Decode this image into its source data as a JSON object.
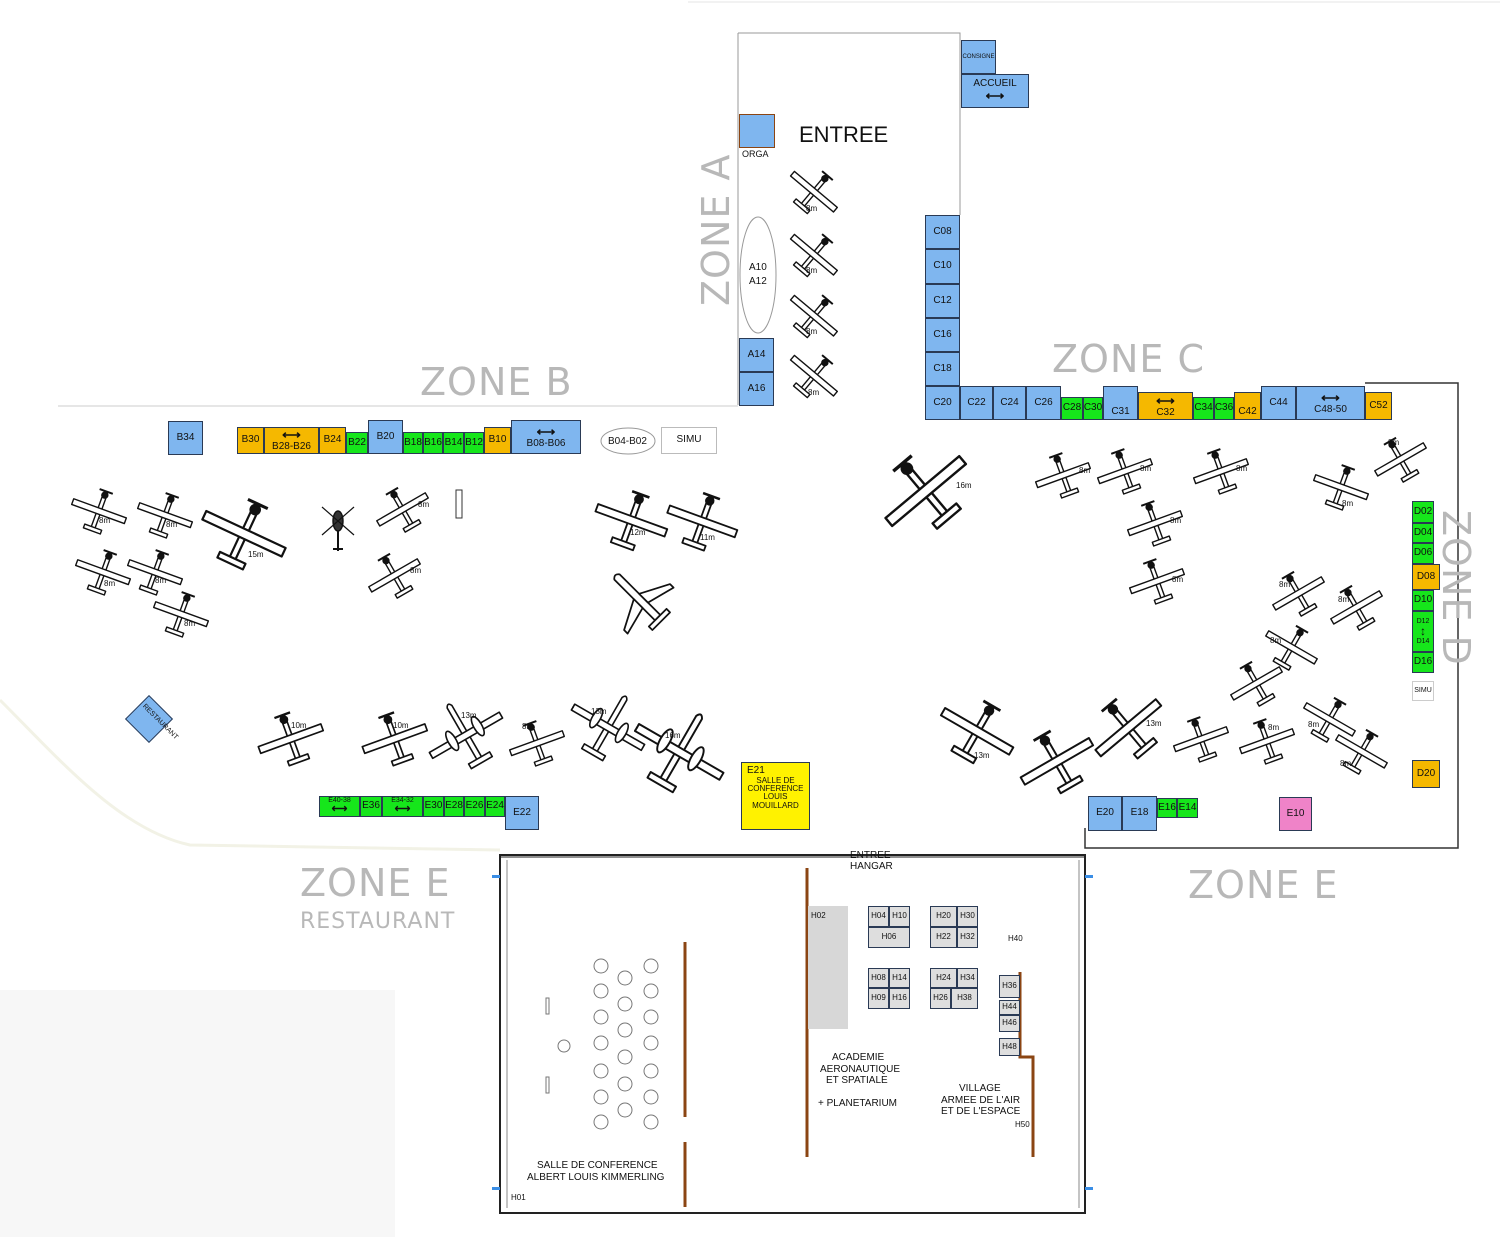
{
  "zones": {
    "a": "ZONE A",
    "b": "ZONE B",
    "c": "ZONE C",
    "d": "ZONE D",
    "e_left": "ZONE E",
    "e_right": "ZONE E",
    "restaurant": "RESTAURANT"
  },
  "labels": {
    "entree": "ENTREE",
    "orga": "ORGA",
    "consigne": "CONSIGNE",
    "accueil": "ACCUEIL",
    "a10": "A10",
    "a12": "A12",
    "a14": "A14",
    "a16": "A16",
    "b04_b02": "B04-B02",
    "simu": "SIMU",
    "simu_small": "SIMU",
    "restaurant_stand": "RESTAURANT",
    "entree_hangar_1": "ENTREE",
    "entree_hangar_2": "HANGAR",
    "academie_1": "ACADEMIE",
    "academie_2": "AERONAUTIQUE",
    "academie_3": "ET SPATIALE",
    "planetarium": "+ PLANETARIUM",
    "village_1": "VILLAGE",
    "village_2": "ARMEE DE L'AIR",
    "village_3": "ET DE L'ESPACE",
    "salle_kimmerling_1": "SALLE DE CONFERENCE",
    "salle_kimmerling_2": "ALBERT LOUIS KIMMERLING",
    "h01": "H01",
    "h02": "H02",
    "h40": "H40",
    "h50": "H50"
  },
  "stands": {
    "c08": "C08",
    "c10": "C10",
    "c12": "C12",
    "c16": "C16",
    "c18": "C18",
    "c20": "C20",
    "c22": "C22",
    "c24": "C24",
    "c26": "C26",
    "c28": "C28",
    "c30": "C30",
    "c31": "C31",
    "c32": "C32",
    "c34": "C34",
    "c36": "C36",
    "c42": "C42",
    "c44": "C44",
    "c48_50": "C48-50",
    "c52": "C52",
    "b34": "B34",
    "b30": "B30",
    "b28_b26": "B28-B26",
    "b24": "B24",
    "b22": "B22",
    "b20": "B20",
    "b18": "B18",
    "b16": "B16",
    "b14": "B14",
    "b12": "B12",
    "b10": "B10",
    "b08_b06": "B08-B06",
    "d02": "D02",
    "d04": "D04",
    "d06": "D06",
    "d08": "D08",
    "d10": "D10",
    "d12": "D12",
    "d14": "D14",
    "d16": "D16",
    "d20": "D20",
    "e40_38": "E40-38",
    "e36": "E36",
    "e34_32": "E34-32",
    "e30": "E30",
    "e28": "E28",
    "e26": "E26",
    "e24": "E24",
    "e22": "E22",
    "e21": "E21",
    "e21_desc_1": "SALLE DE",
    "e21_desc_2": "CONFERENCE",
    "e21_desc_3": "LOUIS",
    "e21_desc_4": "MOUILLARD",
    "e20": "E20",
    "e18": "E18",
    "e16": "E16",
    "e14": "E14",
    "e10": "E10",
    "h04": "H04",
    "h10": "H10",
    "h06": "H06",
    "h20": "H20",
    "h30": "H30",
    "h22": "H22",
    "h32": "H32",
    "h08": "H08",
    "h14": "H14",
    "h09": "H09",
    "h16": "H16",
    "h24": "H24",
    "h34": "H34",
    "h26": "H26",
    "h38": "H38",
    "h36": "H36",
    "h44": "H44",
    "h46": "H46",
    "h48": "H48"
  },
  "aircraft_sizes": {
    "a1": "8m",
    "a2": "8m",
    "a3": "8m",
    "a4": "8m",
    "b1": "8m",
    "b2": "8m",
    "b3": "8m",
    "b4": "8m",
    "b5": "8m",
    "b6": "15m",
    "b7": "8m",
    "b8": "8m",
    "b9": "12m",
    "b10": "11m",
    "c1": "16m",
    "c2": "8m",
    "c3": "8m",
    "c4": "8m",
    "c5": "8m",
    "c6": "8m",
    "c7": "8m",
    "c8": "8m",
    "d1": "8m",
    "d2": "8m",
    "d3": "8m",
    "e1": "10m",
    "e2": "10m",
    "e3": "13m",
    "e4": "8m",
    "e5": "13m",
    "e6": "16m",
    "f1": "13m",
    "f2": "13m",
    "f3": "8m",
    "f4": "8m",
    "f5": "8m"
  },
  "colors": {
    "blue": "#7fb6ef",
    "green": "#16e61b",
    "orange": "#f5b800",
    "yellow": "#fff200",
    "pink": "#ef83c8",
    "zone_text": "#b8b8b8"
  }
}
